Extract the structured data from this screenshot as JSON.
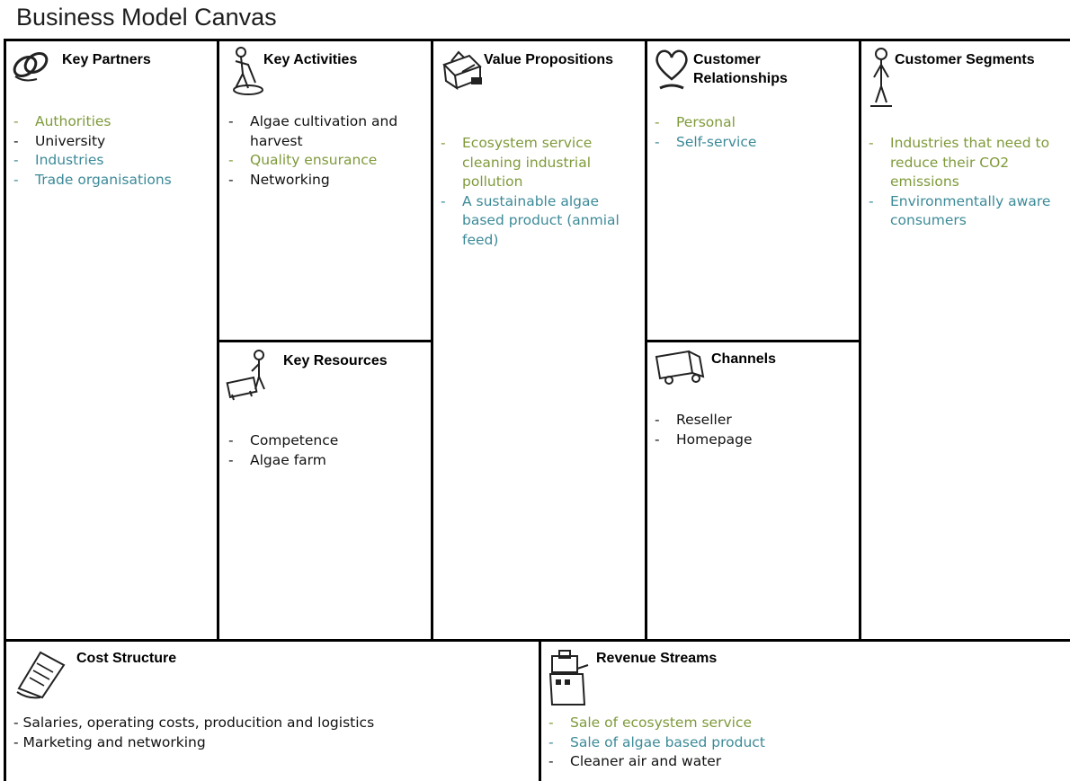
{
  "title": "Business Model Canvas",
  "colors": {
    "green": "#7f9a3a",
    "teal": "#3c8a98",
    "black": "#111111",
    "border": "#000000"
  },
  "sections": {
    "key_partners": {
      "title": "Key Partners",
      "icon": "interlocked-rings-icon",
      "items": [
        {
          "text": "Authorities",
          "color": "green"
        },
        {
          "text": "University",
          "color": "black"
        },
        {
          "text": "Industries",
          "color": "teal"
        },
        {
          "text": "Trade organisations",
          "color": "teal"
        }
      ]
    },
    "key_activities": {
      "title": "Key Activities",
      "icon": "person-working-icon",
      "items": [
        {
          "text": "Algae cultivation and harvest",
          "color": "black"
        },
        {
          "text": "Quality ensurance",
          "color": "green"
        },
        {
          "text": "Networking",
          "color": "black"
        }
      ]
    },
    "key_resources": {
      "title": "Key Resources",
      "icon": "person-with-machine-icon",
      "items": [
        {
          "text": "Competence",
          "color": "black"
        },
        {
          "text": "Algae farm",
          "color": "black"
        }
      ]
    },
    "value_propositions": {
      "title": "Value Propositions",
      "icon": "gift-icon",
      "items": [
        {
          "text": "Ecosystem service cleaning industrial pollution",
          "color": "green"
        },
        {
          "text": "A sustainable algae based product (anmial feed)",
          "color": "teal"
        }
      ]
    },
    "customer_relationships": {
      "title": "Customer Relationships",
      "icon": "heart-icon",
      "items": [
        {
          "text": "Personal",
          "color": "green"
        },
        {
          "text": "Self-service",
          "color": "teal"
        }
      ]
    },
    "channels": {
      "title": "Channels",
      "icon": "truck-icon",
      "items": [
        {
          "text": "Reseller",
          "color": "black"
        },
        {
          "text": "Homepage",
          "color": "black"
        }
      ]
    },
    "customer_segments": {
      "title": "Customer Segments",
      "icon": "person-standing-icon",
      "items": [
        {
          "text": "Industries that need to reduce their CO2 emissions",
          "color": "green"
        },
        {
          "text": "Environmentally aware consumers",
          "color": "teal"
        }
      ]
    },
    "cost_structure": {
      "title": "Cost Structure",
      "icon": "document-icon",
      "items": [
        {
          "text": "- Salaries, operating costs, producition and logistics",
          "color": "black"
        },
        {
          "text": "- Marketing and networking",
          "color": "black"
        }
      ]
    },
    "revenue_streams": {
      "title": "Revenue Streams",
      "icon": "cash-register-icon",
      "items": [
        {
          "text": "Sale of ecosystem service",
          "color": "green"
        },
        {
          "text": "Sale of algae based product",
          "color": "teal"
        },
        {
          "text": "Cleaner air and water",
          "color": "black"
        }
      ]
    }
  }
}
